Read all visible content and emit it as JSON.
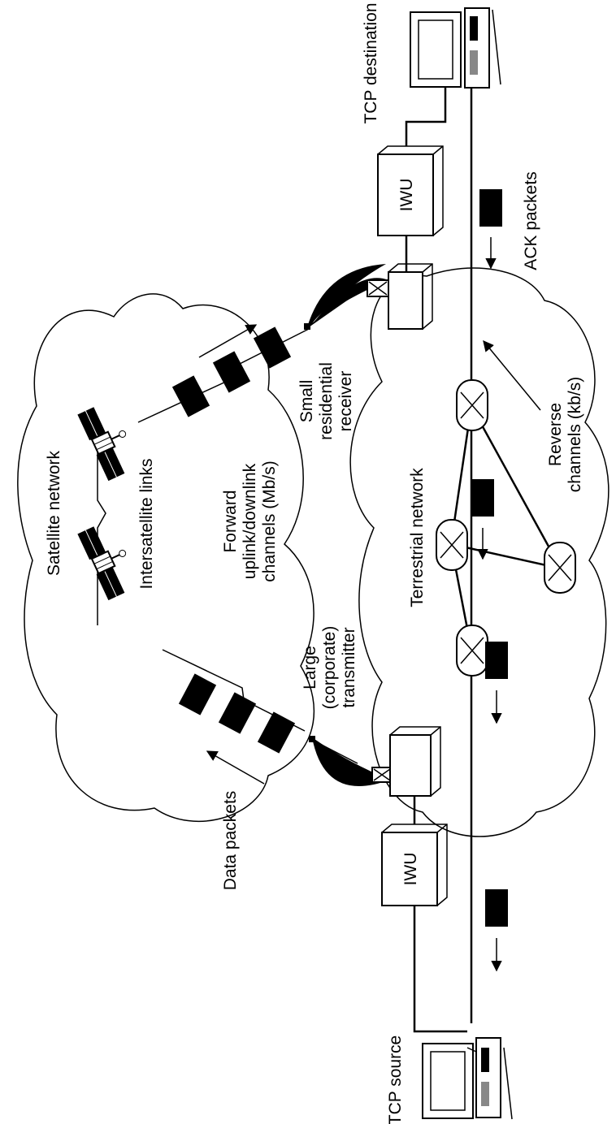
{
  "labels": {
    "satellite_network": "Satellite network",
    "intersatellite_links": "Intersatellite links",
    "data_packets": "Data packets",
    "forward_line1": "Forward",
    "forward_line2": "uplink/downlink",
    "forward_line3": "channels (Mb/s)",
    "large_line1": "Large",
    "large_line2": "(corporate)",
    "large_line3": "transmitter",
    "small_line1": "Small",
    "small_line2": "residential",
    "small_line3": "receiver",
    "terrestrial_network": "Terrestrial network",
    "reverse_line1": "Reverse",
    "reverse_line2": "channels (kb/s)",
    "ack_packets": "ACK packets",
    "tcp_source": "TCP source",
    "tcp_destination": "TCP destination",
    "iwu_source": "IWU",
    "iwu_destination": "IWU"
  },
  "icons": {
    "satellite": "satellite-icon",
    "dish": "satellite-dish-icon",
    "router": "router-icon",
    "computer": "computer-icon",
    "packet": "packet-block"
  }
}
